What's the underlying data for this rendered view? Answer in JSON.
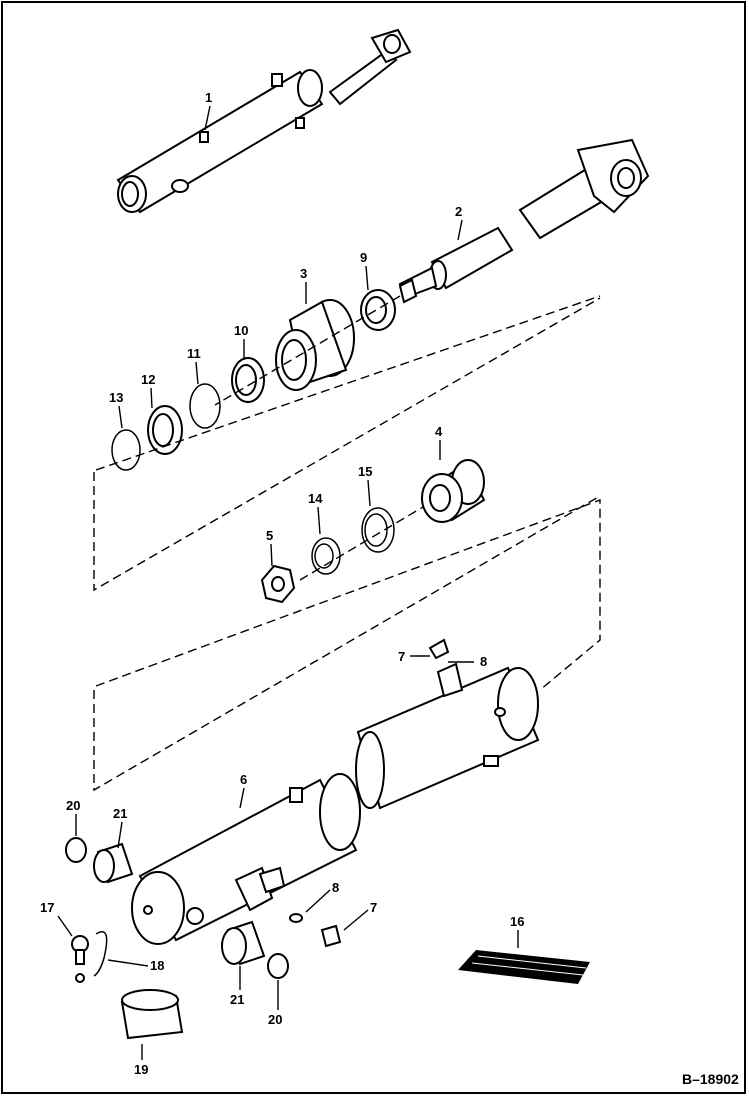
{
  "figure_code": "B–18902",
  "callouts": {
    "c1": "1",
    "c2": "2",
    "c3": "3",
    "c4": "4",
    "c5": "5",
    "c6": "6",
    "c7a": "7",
    "c7b": "7",
    "c8a": "8",
    "c8b": "8",
    "c9": "9",
    "c10": "10",
    "c11": "11",
    "c12": "12",
    "c13": "13",
    "c14": "14",
    "c15": "15",
    "c16": "16",
    "c17": "17",
    "c18": "18",
    "c19": "19",
    "c20a": "20",
    "c20b": "20",
    "c21a": "21",
    "c21b": "21"
  }
}
